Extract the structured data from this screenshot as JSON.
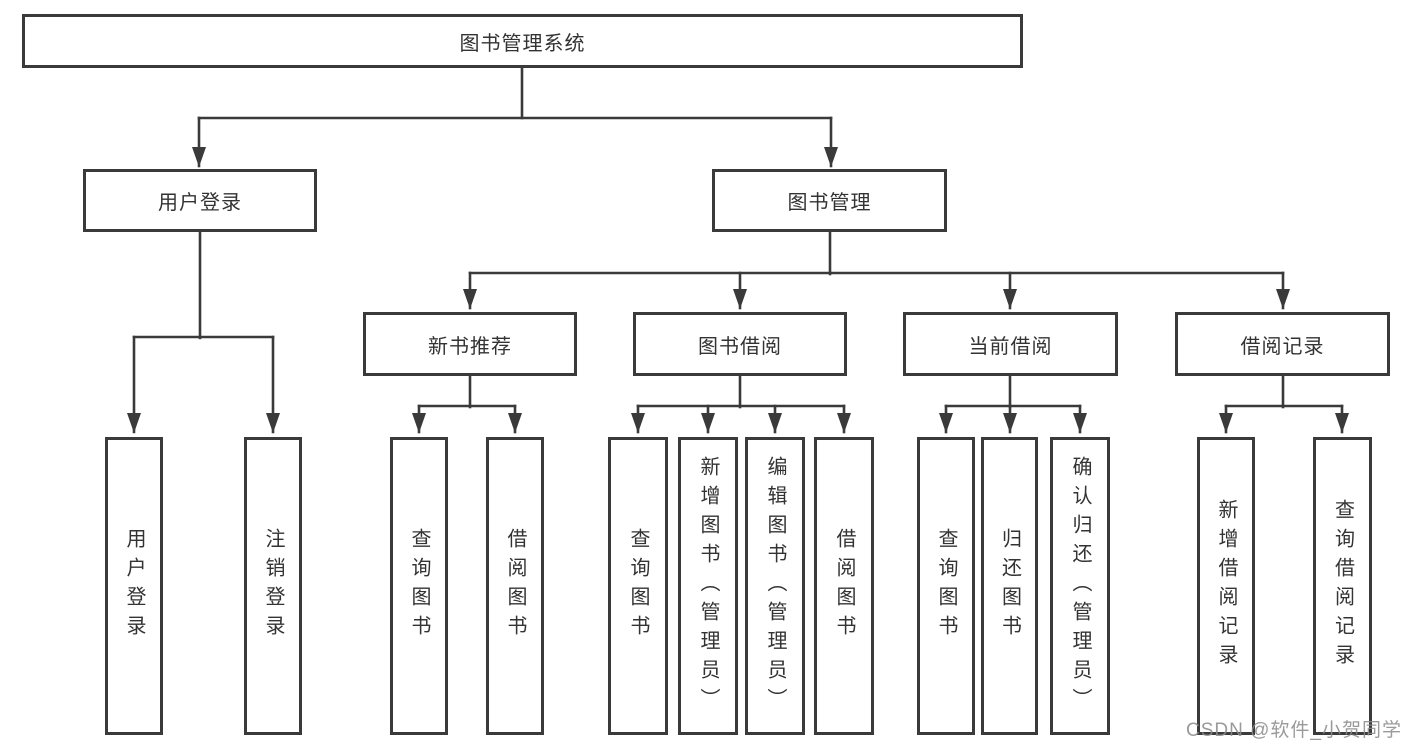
{
  "tree": {
    "root": {
      "label": "图书管理系统"
    },
    "branches": [
      {
        "label": "用户登录",
        "children": [
          {
            "label": "用户登录"
          },
          {
            "label": "注销登录"
          }
        ]
      },
      {
        "label": "图书管理"
      }
    ],
    "modules": [
      {
        "label": "新书推荐",
        "children": [
          {
            "label": "查询图书"
          },
          {
            "label": "借阅图书"
          }
        ]
      },
      {
        "label": "图书借阅",
        "children": [
          {
            "label": "查询图书"
          },
          {
            "label": "新增图书（管理员）"
          },
          {
            "label": "编辑图书（管理员）"
          },
          {
            "label": "借阅图书"
          }
        ]
      },
      {
        "label": "当前借阅",
        "children": [
          {
            "label": "查询图书"
          },
          {
            "label": "归还图书"
          },
          {
            "label": "确认归还（管理员）"
          }
        ]
      },
      {
        "label": "借阅记录",
        "children": [
          {
            "label": "新增借阅记录"
          },
          {
            "label": "查询借阅记录"
          }
        ]
      }
    ]
  },
  "watermark": "CSDN @软件_小贺同学",
  "colors": {
    "line": "#3a3a3a",
    "text": "#333333",
    "background": "#ffffff",
    "watermark": "#8c8c8c"
  }
}
